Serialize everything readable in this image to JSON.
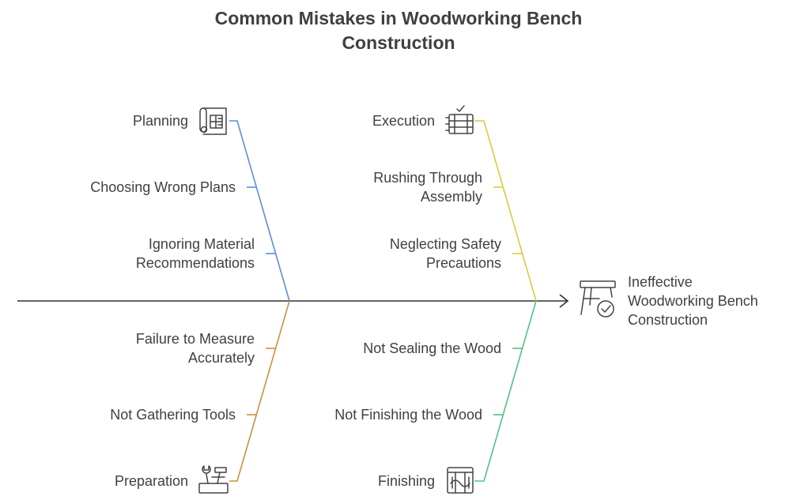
{
  "title_line1": "Common Mistakes in Woodworking Bench",
  "title_line2": "Construction",
  "effect": {
    "line1": "Ineffective",
    "line2": "Woodworking Bench",
    "line3": "Construction",
    "icon": "workbench-check-icon"
  },
  "categories": {
    "planning": {
      "label": "Planning",
      "icon": "blueprint-icon",
      "color": "#5b8fd6",
      "causes": [
        {
          "line1": "Choosing Wrong Plans"
        },
        {
          "line1": "Ignoring Material",
          "line2": "Recommendations"
        }
      ]
    },
    "execution": {
      "label": "Execution",
      "icon": "assembly-checklist-icon",
      "color": "#d9cc3c",
      "causes": [
        {
          "line1": "Rushing Through",
          "line2": "Assembly"
        },
        {
          "line1": "Neglecting Safety",
          "line2": "Precautions"
        }
      ]
    },
    "preparation": {
      "label": "Preparation",
      "icon": "tools-icon",
      "color": "#c8923e",
      "causes": [
        {
          "line1": "Failure to Measure",
          "line2": "Accurately"
        },
        {
          "line1": "Not Gathering Tools"
        }
      ]
    },
    "finishing": {
      "label": "Finishing",
      "icon": "wood-finish-icon",
      "color": "#52c285",
      "causes": [
        {
          "line1": "Not Sealing the Wood"
        },
        {
          "line1": "Not Finishing the Wood"
        }
      ]
    }
  },
  "spine_color": "#333333"
}
